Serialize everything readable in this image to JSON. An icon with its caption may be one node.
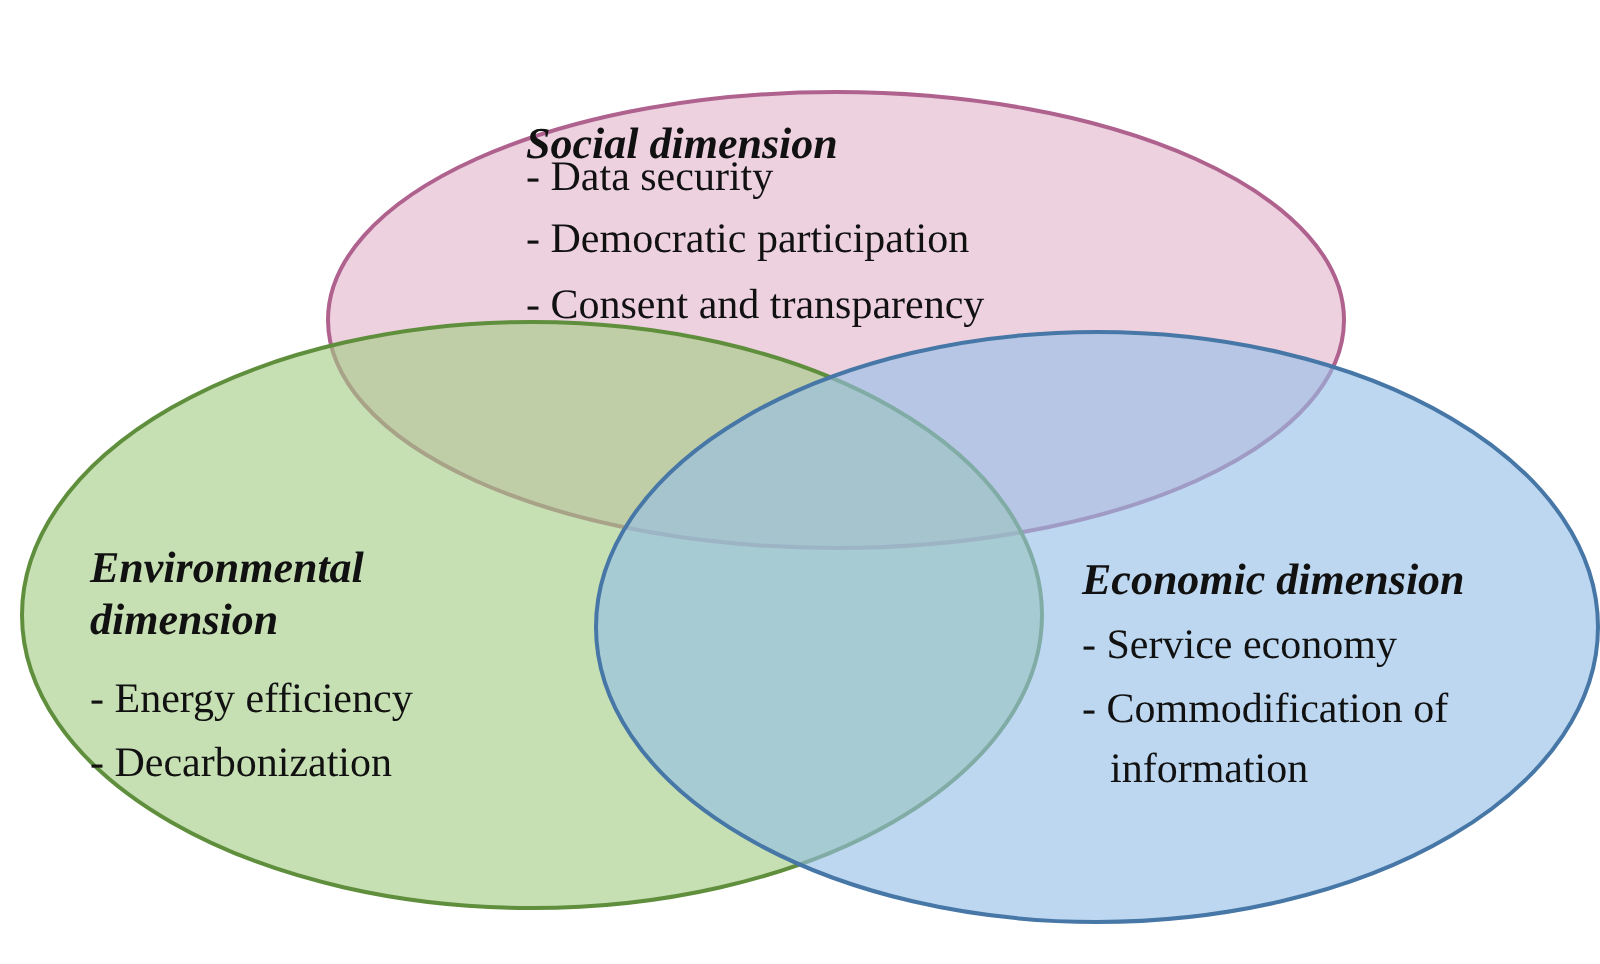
{
  "diagram": {
    "nodes": [
      {
        "text": [
          "Social dimension",
          "- Data security",
          "- Democratic participation",
          "- Consent and transparency"
        ]
      },
      {
        "text": [
          "Environmental dimension",
          "- Energy efficiency",
          "- Decarbonization"
        ]
      },
      {
        "text": [
          "Economic dimension",
          "- Service economy",
          "- Commodification of information"
        ]
      }
    ]
  }
}
